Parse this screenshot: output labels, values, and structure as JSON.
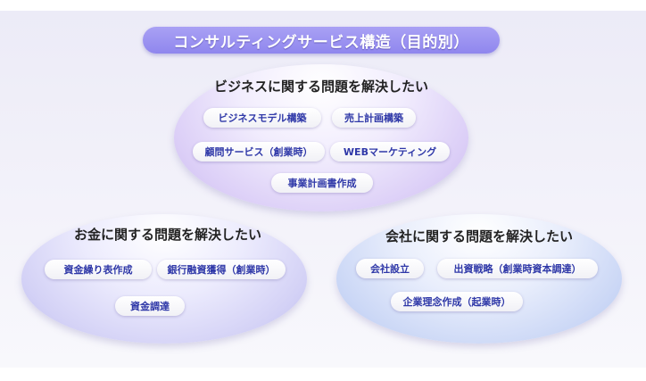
{
  "title": "コンサルティングサービス構造（目的別）",
  "groups": {
    "business": {
      "heading": "ビジネスに関する問題を解決したい",
      "items": [
        "ビジネスモデル構築",
        "売上計画構築",
        "顧問サービス（創業時）",
        "WEBマーケティング",
        "事業計画書作成"
      ]
    },
    "money": {
      "heading": "お金に関する問題を解決したい",
      "items": [
        "資金繰り表作成",
        "銀行融資獲得（創業時）",
        "資金調達"
      ]
    },
    "company": {
      "heading": "会社に関する問題を解決したい",
      "items": [
        "会社設立",
        "出資戦略（創業時資本調達）",
        "企業理念作成（起業時）"
      ]
    }
  },
  "colors": {
    "title_pill": "#998ff0",
    "item_text": "#2f38a8",
    "business_ellipse": "#dccff7",
    "money_ellipse": "#d4d2f6",
    "company_ellipse": "#ccd8f6"
  }
}
